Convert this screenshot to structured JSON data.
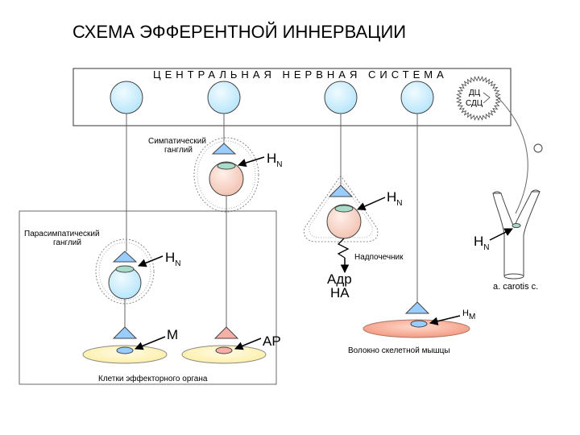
{
  "title": "СХЕМА  ЭФФЕРЕНТНОЙ  ИННЕРВАЦИИ",
  "cns_label": "ЦЕНТРАЛЬНАЯ  НЕРВНАЯ  СИСТЕМА",
  "center_labels": {
    "dc": "ДЦ",
    "sdc": "СДЦ"
  },
  "ganglia": {
    "sympathetic": "Симпатический ганглий",
    "parasympathetic": "Парасимпатический ганглий",
    "sympathetic_l1": "Симпатический",
    "sympathetic_l2": "ганглий",
    "parasympathetic_l1": "Парасимпатический",
    "parasympathetic_l2": "ганглий"
  },
  "receptors": {
    "hn_letter": "H",
    "hn_sub": "N",
    "hm_letter": "H",
    "hm_sub": "M",
    "m": "M",
    "ar": "АР"
  },
  "adrenal": {
    "label": "Надпочечник",
    "adr": "Адр",
    "na": "НА"
  },
  "artery_label": "a. carotis c.",
  "muscle_label": "Волокно  скелетной мышцы",
  "effector_label": "Клетки  эффекторного  органа",
  "colors": {
    "neuron_blue": "#ccf0ff",
    "ganglion_pink": "#f7d2c4",
    "receptor_blue": "#99ccff",
    "receptor_pink": "#f7b0a8",
    "effector_yellow": "#fff5bf",
    "muscle_salmon": "#f6a994",
    "green_synapse": "#a8dcc8"
  }
}
